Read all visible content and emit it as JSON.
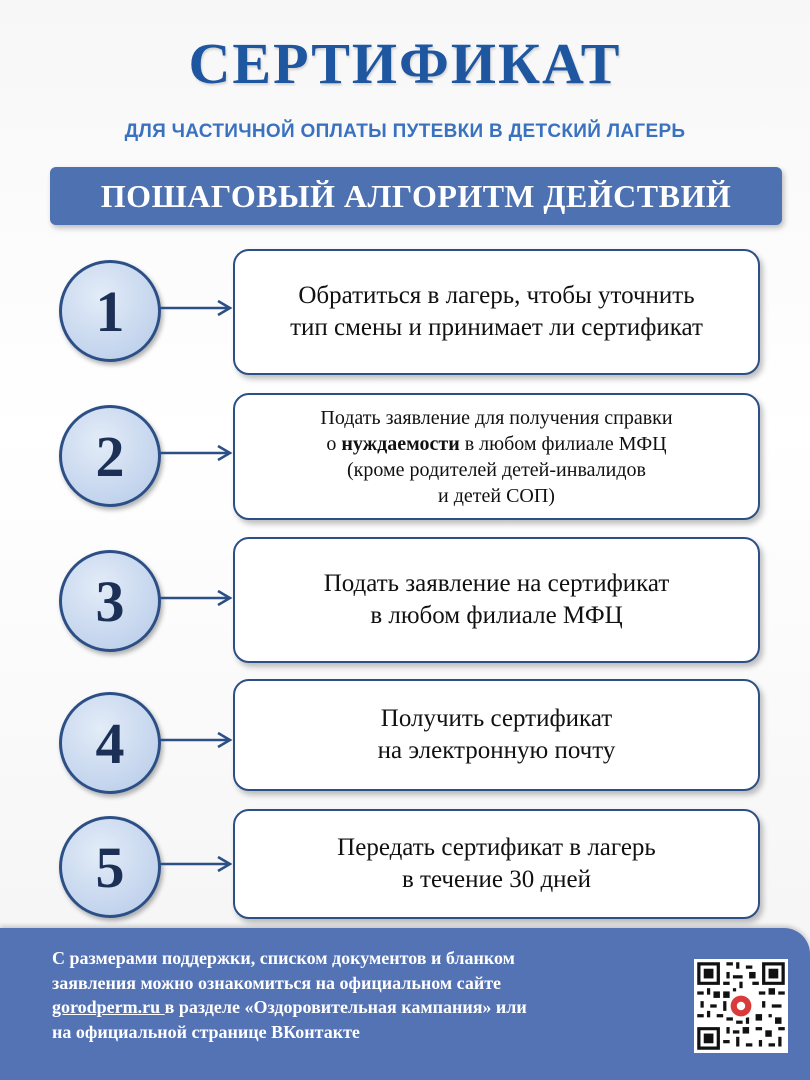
{
  "header": {
    "title": "СЕРТИФИКАТ",
    "subtitle": "ДЛЯ ЧАСТИЧНОЙ ОПЛАТЫ ПУТЕВКИ В ДЕТСКИЙ ЛАГЕРЬ",
    "banner": "ПОШАГОВЫЙ АЛГОРИТМ ДЕЙСТВИЙ"
  },
  "steps": [
    {
      "number": "1",
      "line1": "Обратиться в лагерь, чтобы уточнить",
      "line2": "тип смены и принимает ли сертификат"
    },
    {
      "number": "2",
      "line1": "Подать заявление для получения справки",
      "line2_pre": "о ",
      "line2_bold": "нуждаемости",
      "line2_post": " в любом филиале МФЦ",
      "line3": "(кроме родителей детей-инвалидов",
      "line4": "и детей СОП)"
    },
    {
      "number": "3",
      "line1": "Подать заявление на сертификат",
      "line2": "в любом филиале МФЦ"
    },
    {
      "number": "4",
      "line1": "Получить сертификат",
      "line2": "на электронную почту"
    },
    {
      "number": "5",
      "line1": "Передать сертификат в лагерь",
      "line2": "в течение 30 дней"
    }
  ],
  "footer": {
    "line1": "С размерами поддержки, списком документов и бланком",
    "line2": "заявления можно ознакомиться на официальном сайте",
    "link": "gorodperm.ru ",
    "line3_post": "в разделе «Оздоровительная кампания»  или",
    "line4": "на официальной странице ВКонтакте"
  },
  "colors": {
    "title": "#1f56a0",
    "subtitle": "#3a72c0",
    "banner": "#4e71b1",
    "circle_border": "#2c4f86",
    "footer": "#5473b4",
    "qr_accent": "#d93a3a"
  },
  "icons": {
    "arrow": "right-arrow-icon",
    "qr": "qr-code-icon"
  }
}
